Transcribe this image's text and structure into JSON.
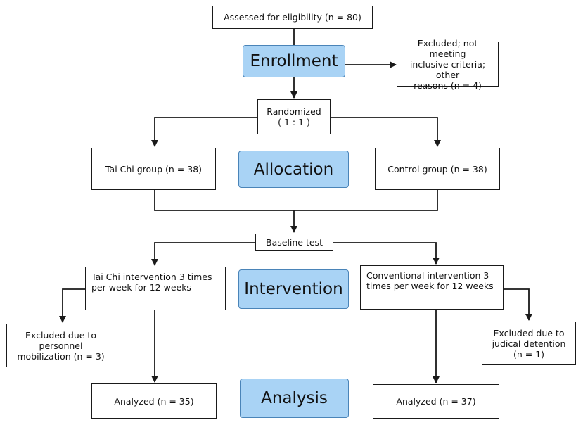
{
  "nodes": {
    "assessed": "Assessed for eligibility (n = 80)",
    "excluded_enrollment": "Excluded; not meeting\ninclusive criteria; other\nreasons (n = 4)",
    "randomized": "Randomized\n( 1 : 1 )",
    "taichi_group": "Tai Chi group (n = 38)",
    "control_group": "Control group (n = 38)",
    "baseline": "Baseline test",
    "taichi_intervention": "Tai Chi intervention 3 times\nper week for 12 weeks",
    "conventional_intervention": "Conventional intervention 3\ntimes per week for 12 weeks",
    "excluded_taichi": "Excluded due to\npersonnel\nmobilization (n = 3)",
    "excluded_control": "Excluded due to\njudical detention\n(n = 1)",
    "analyzed_taichi": "Analyzed (n = 35)",
    "analyzed_control": "Analyzed (n = 37)"
  },
  "stages": {
    "enrollment": "Enrollment",
    "allocation": "Allocation",
    "intervention": "Intervention",
    "analysis": "Analysis"
  },
  "colors": {
    "stage_fill": "#a9d3f5",
    "stage_border": "#4a84b8",
    "line": "#1a1a1a"
  }
}
